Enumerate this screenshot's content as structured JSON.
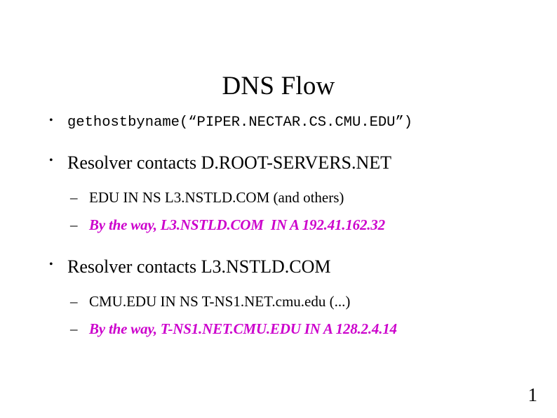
{
  "slide": {
    "title": "DNS Flow",
    "page_number": "1",
    "colors": {
      "text": "#000000",
      "highlight": "#cc00cc",
      "background": "#ffffff"
    },
    "bullet_glyph": "•",
    "dash_glyph": "–",
    "content": [
      {
        "level": 1,
        "style": "mono",
        "text": "gethostbyname(“PIPER.NECTAR.CS.CMU.EDU”)"
      },
      {
        "level": 1,
        "style": "serif",
        "text": "Resolver contacts D.ROOT-SERVERS.NET"
      },
      {
        "level": 2,
        "style": "plain",
        "text": "EDU IN NS L3.NSTLD.COM (and others)"
      },
      {
        "level": 2,
        "style": "highlight",
        "text": "By the way, L3.NSTLD.COM  IN A 192.41.162.32"
      },
      {
        "level": 1,
        "style": "serif",
        "text": "Resolver contacts L3.NSTLD.COM"
      },
      {
        "level": 2,
        "style": "plain",
        "text": "CMU.EDU IN NS T-NS1.NET.cmu.edu (...)"
      },
      {
        "level": 2,
        "style": "highlight",
        "text": "By the way, T-NS1.NET.CMU.EDU IN A 128.2.4.14"
      }
    ]
  }
}
